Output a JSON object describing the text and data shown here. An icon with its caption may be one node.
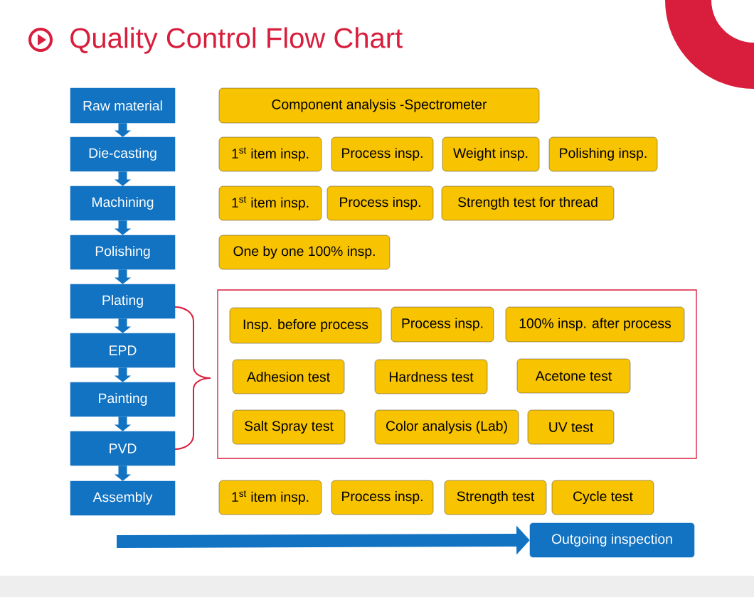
{
  "diagram": {
    "title": "Quality Control Flow Chart",
    "nodes": [
      {
        "text": [
          "Raw material"
        ]
      },
      {
        "text": [
          "Die-casting"
        ]
      },
      {
        "text": [
          "Machining"
        ]
      },
      {
        "text": [
          "Polishing"
        ]
      },
      {
        "text": [
          "Plating"
        ]
      },
      {
        "text": [
          "EPD"
        ]
      },
      {
        "text": [
          "Painting"
        ]
      },
      {
        "text": [
          "PVD"
        ]
      },
      {
        "text": [
          "Assembly"
        ]
      },
      {
        "text": [
          "Component analysis -Spectrometer"
        ]
      },
      {
        "text": [
          "1$^{st}$ item insp."
        ]
      },
      {
        "text": [
          "Process insp."
        ]
      },
      {
        "text": [
          "Weight insp."
        ]
      },
      {
        "text": [
          "Polishing insp."
        ]
      },
      {
        "text": [
          "1$^{st}$ item insp."
        ]
      },
      {
        "text": [
          "Process insp."
        ]
      },
      {
        "text": [
          "Strength test for thread"
        ]
      },
      {
        "text": [
          "One by one 100% insp."
        ]
      },
      {
        "text": [],
        "shape": "box"
      },
      {
        "text": [
          "Insp. before process"
        ],
        "in": 18
      },
      {
        "text": [
          "Process insp."
        ],
        "in": 18
      },
      {
        "text": [
          "100% insp. after process"
        ],
        "in": 18
      },
      {
        "text": [
          "Adhesion test"
        ],
        "in": 18
      },
      {
        "text": [
          "Hardness test"
        ],
        "in": 18
      },
      {
        "text": [
          "Acetone test"
        ],
        "in": 18
      },
      {
        "text": [
          "Salt Spray test"
        ],
        "in": 18
      },
      {
        "text": [
          "Color analysis (Lab)"
        ],
        "in": 18
      },
      {
        "text": [
          "UV test"
        ],
        "in": 18
      },
      {
        "text": [
          "1$^{st}$ item insp."
        ]
      },
      {
        "text": [
          "Process insp."
        ]
      },
      {
        "text": [
          "Strength test"
        ]
      },
      {
        "text": [
          "Cycle test"
        ]
      },
      {
        "text": [
          "Outgoing inspection"
        ]
      }
    ],
    "edges": [
      {
        "from": 0,
        "to": 1,
        "arrow": "to"
      },
      {
        "from": 1,
        "to": 2,
        "arrow": "to"
      },
      {
        "from": 2,
        "to": 3,
        "arrow": "to"
      },
      {
        "from": 3,
        "to": 4,
        "arrow": "to"
      },
      {
        "from": 4,
        "to": 5,
        "arrow": "to"
      },
      {
        "from": 5,
        "to": 6,
        "arrow": "to"
      },
      {
        "from": 6,
        "to": 7,
        "arrow": "to"
      },
      {
        "from": 7,
        "to": 8,
        "arrow": "to"
      },
      {
        "from": null,
        "to": 32,
        "arrow": "to"
      }
    ]
  }
}
